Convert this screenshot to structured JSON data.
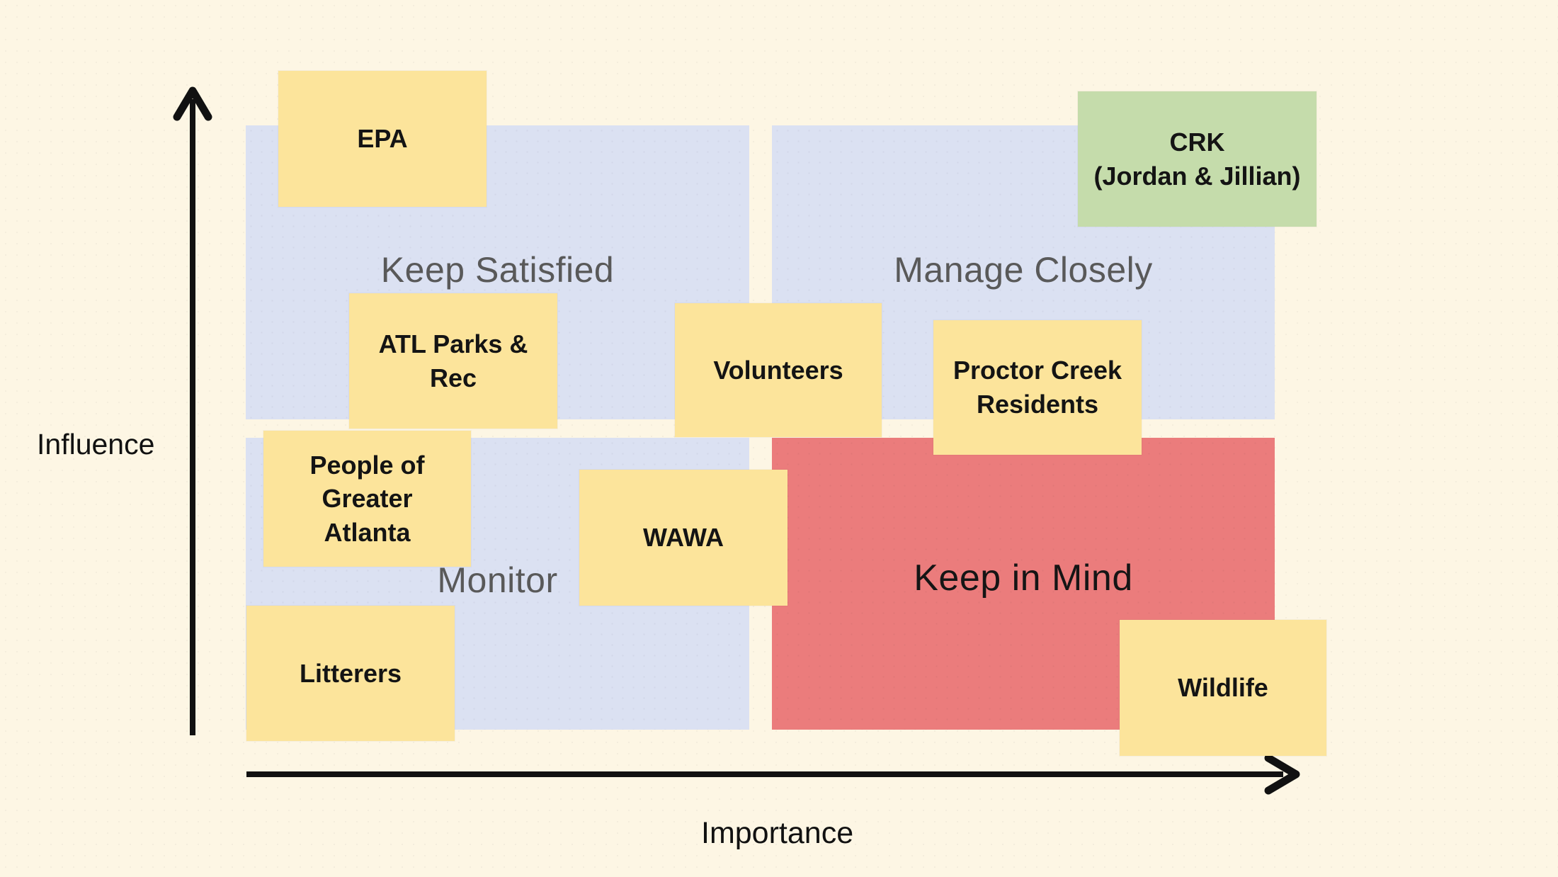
{
  "axes": {
    "y_label": "Influence",
    "x_label": "Importance"
  },
  "quadrants": {
    "keep_satisfied": {
      "label": "Keep Satisfied",
      "position": "top-left"
    },
    "manage_closely": {
      "label": "Manage Closely",
      "position": "top-right"
    },
    "monitor": {
      "label": "Monitor",
      "position": "bottom-left"
    },
    "keep_in_mind": {
      "label": "Keep in Mind",
      "position": "bottom-right"
    }
  },
  "notes": {
    "epa": {
      "label": "EPA"
    },
    "crk": {
      "label": "CRK\n(Jordan & Jillian)"
    },
    "atl_parks": {
      "label": "ATL Parks &\nRec"
    },
    "volunteers": {
      "label": "Volunteers"
    },
    "proctor_creek": {
      "label": "Proctor Creek\nResidents"
    },
    "people_atlanta": {
      "label": "People of\nGreater\nAtlanta"
    },
    "wawa": {
      "label": "WAWA"
    },
    "litterers": {
      "label": "Litterers"
    },
    "wildlife": {
      "label": "Wildlife"
    }
  },
  "colors": {
    "background": "#fdf6e4",
    "quadrant_blue": "#dbe1f2",
    "quadrant_red": "#eb7c7c",
    "note_yellow": "#fce49b",
    "note_green": "#c5dcab",
    "quadrant_label_gray": "#595959",
    "text_black": "#141414",
    "axis_black": "#111111"
  }
}
